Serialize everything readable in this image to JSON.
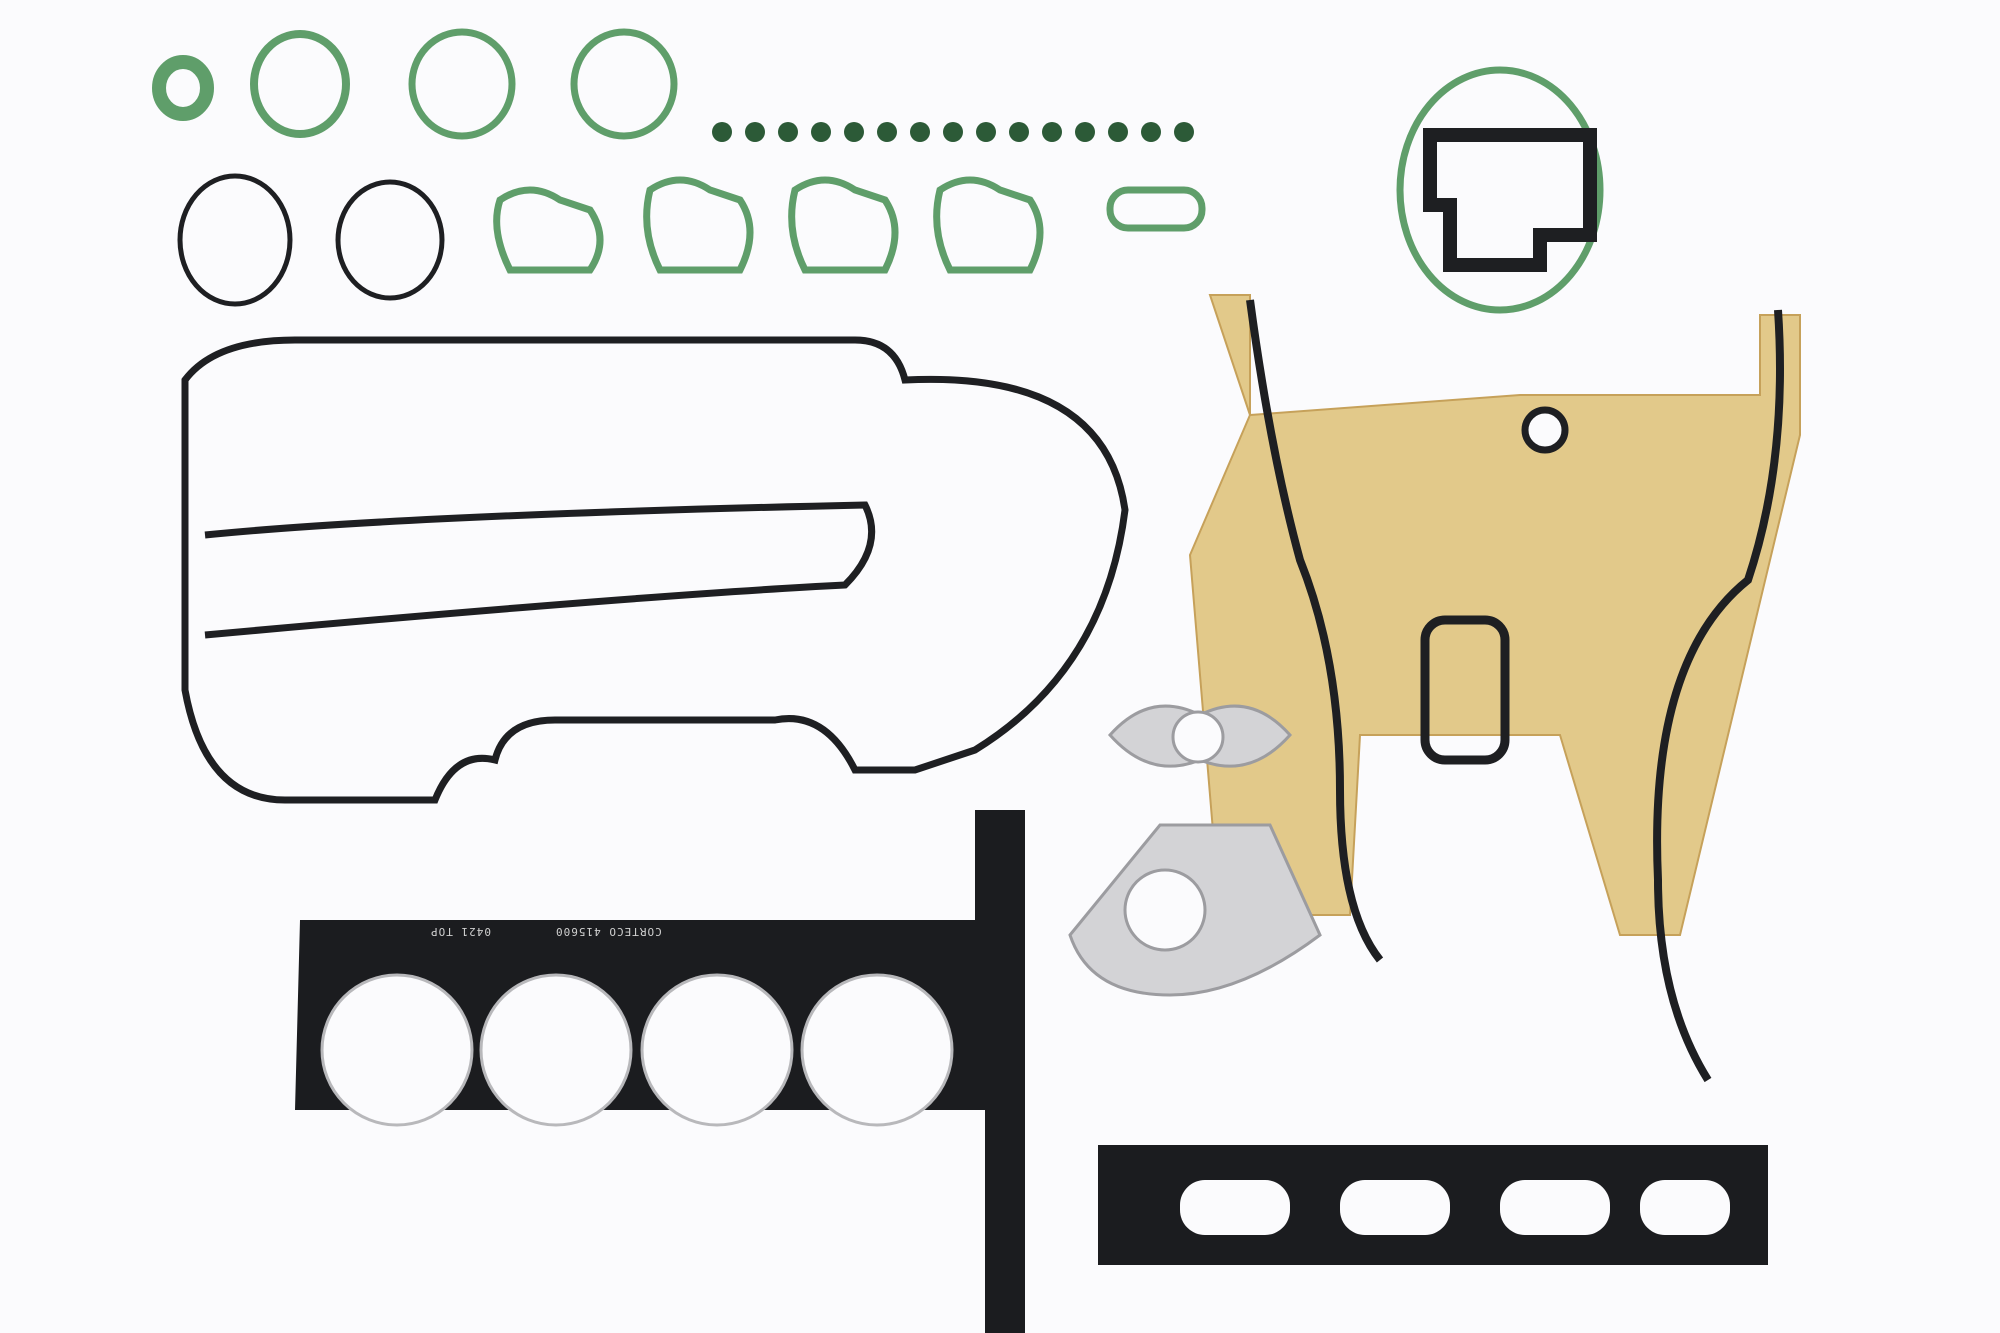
{
  "image": {
    "subject": "Engine cylinder head gasket set",
    "background_color": "#fbfbfd",
    "colors": {
      "green_seal": "#5f9e6a",
      "black_gasket": "#1e1f22",
      "metal_gasket": "#c9c9cc",
      "gold_gasket": "#e2c98a"
    }
  },
  "head_gasket": {
    "brand_text": "CORTECO 415600",
    "mark_text": "0421 TOP"
  },
  "parts": [
    {
      "name": "green-seal-rings",
      "count": 4
    },
    {
      "name": "valve-stem-seals",
      "count": 15
    },
    {
      "name": "black-o-rings",
      "count": 2
    },
    {
      "name": "green-intake-gaskets",
      "count": 5
    },
    {
      "name": "large-green-o-ring-with-black-flange-gasket",
      "count": 1
    },
    {
      "name": "valve-cover-gasket",
      "count": 1
    },
    {
      "name": "timing-cover-gaskets",
      "count": 2
    },
    {
      "name": "exhaust-metal-gaskets",
      "count": 2
    },
    {
      "name": "cylinder-head-gasket",
      "count": 1
    },
    {
      "name": "exhaust-manifold-gasket",
      "count": 1
    }
  ]
}
